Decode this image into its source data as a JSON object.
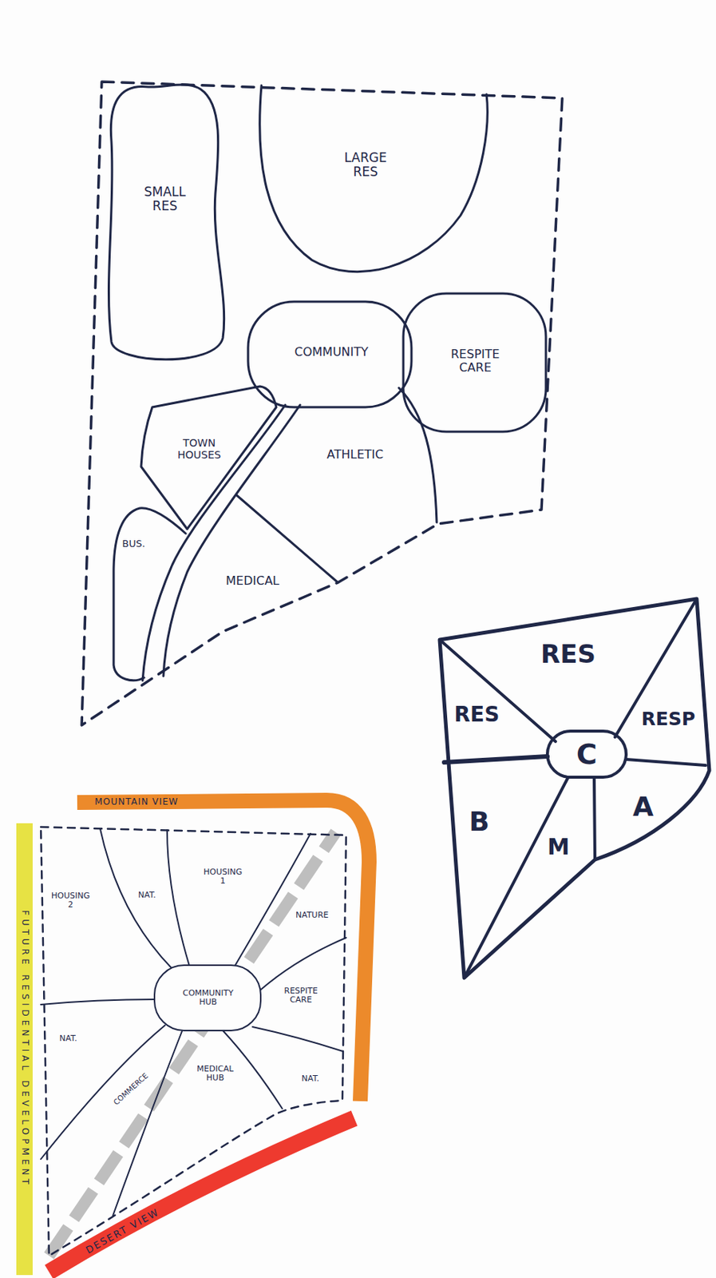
{
  "diagram": {
    "nodes": [
      {
        "text": [
          "SMALL RES"
        ]
      },
      {
        "text": [
          "LARGE RES"
        ]
      },
      {
        "text": [
          "COMMUNITY"
        ]
      },
      {
        "text": [
          "RESPITE CARE"
        ]
      },
      {
        "text": [
          "TOWN HOUSES"
        ]
      },
      {
        "text": [
          "ATHLETIC"
        ]
      },
      {
        "text": [
          "BUS."
        ]
      },
      {
        "text": [
          "MEDICAL"
        ]
      },
      {
        "text": [
          "C"
        ]
      },
      {
        "text": [
          "MOUNTAIN VIEW"
        ]
      },
      {
        "text": [
          "FUTURE RESIDENTIAL DEVELOPMENT"
        ]
      },
      {
        "text": [
          "COMMUNITY HUB"
        ]
      },
      {
        "text": [
          "DESERT VIEW"
        ]
      }
    ],
    "labels": [
      "RES",
      "RES",
      "RESP",
      "B",
      "A",
      "M",
      "HOUSING 2",
      "NAT.",
      "HOUSING 1",
      "NATURE",
      "RESPITE CARE",
      "NAT.",
      "COMMERCE",
      "MEDICAL HUB",
      "NAT."
    ]
  }
}
